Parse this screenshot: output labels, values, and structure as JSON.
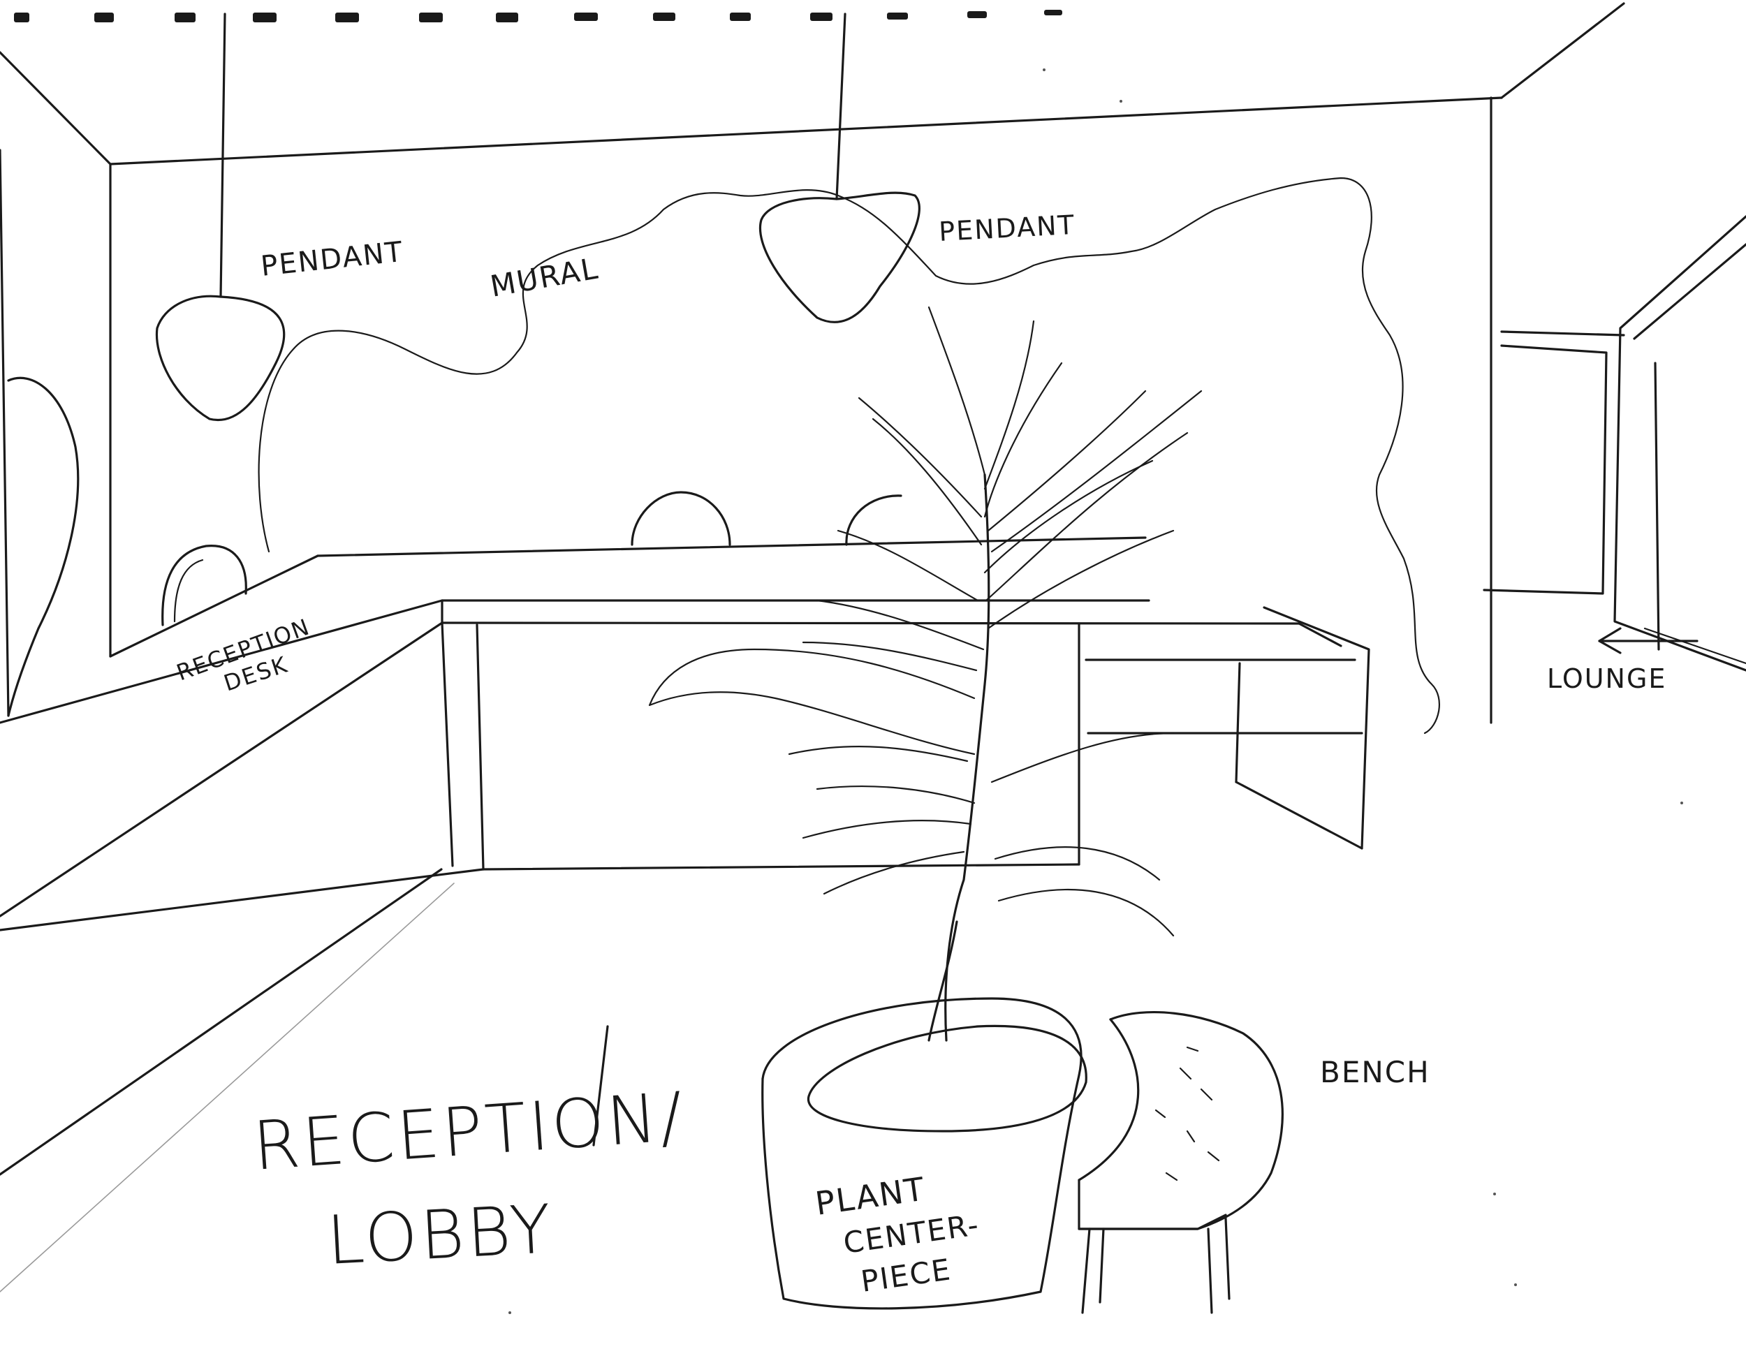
{
  "labels": {
    "pendant_left": "PENDANT",
    "mural": "MURAL",
    "pendant_right": "PENDANT",
    "reception_desk_line1": "RECEPTION",
    "reception_desk_line2": "DESK",
    "lounge": "LOUNGE",
    "bench": "BENCH",
    "title_line1": "RECEPTION/",
    "title_line2": "LOBBY",
    "plant_line1": "PLANT",
    "plant_line2": "CENTER-",
    "plant_line3": "PIECE"
  }
}
